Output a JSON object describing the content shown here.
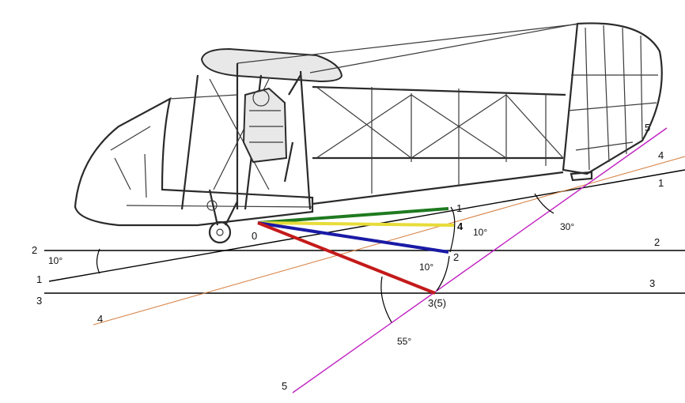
{
  "colors": {
    "ray_1": "#1f7a1f",
    "ray_2": "#1a1aa6",
    "ray_3": "#c41a1a",
    "ray_4": "#e8dc3a",
    "line_4": "#d8864a",
    "line_5": "#c020c0",
    "reference_lines": "#000000"
  },
  "labels": {
    "origin": "0",
    "pt1": "1",
    "pt2": "2",
    "pt3": "3(5)",
    "pt4": "4",
    "l2_left": "2",
    "l1_left": "1",
    "l3_left": "3",
    "l4_left": "4",
    "l5_bottom": "5",
    "l5_top": "5",
    "l4_right": "4",
    "l1_right": "1",
    "l2_right": "2",
    "l3_right": "3"
  },
  "angles": {
    "left": "10°",
    "yellow_green": "10°",
    "lower": "10°",
    "big": "55°",
    "right": "30°"
  }
}
